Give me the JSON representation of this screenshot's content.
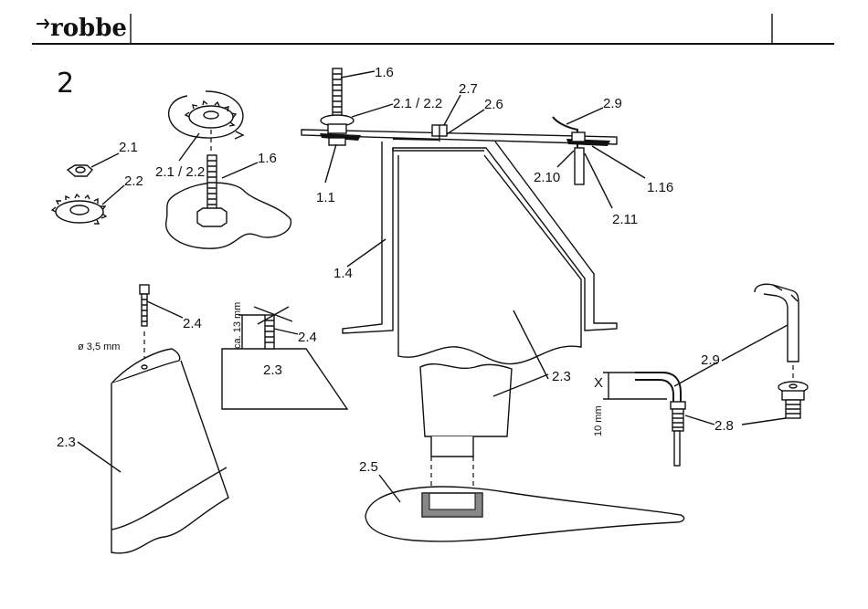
{
  "header": {
    "logo_text": "robbe",
    "step_number": "2"
  },
  "labels": {
    "l_1_6_top": "1.6",
    "l_2_1_2_2_top": "2.1 / 2.2",
    "l_2_7": "2.7",
    "l_2_6": "2.6",
    "l_2_9_top": "2.9",
    "l_2_10": "2.10",
    "l_1_16": "1.16",
    "l_2_11": "2.11",
    "l_1_1": "1.1",
    "l_1_4": "1.4",
    "l_2_1": "2.1",
    "l_2_2": "2.2",
    "l_2_1_2_2_washer": "2.1 / 2.2",
    "l_1_6_bolt": "1.6",
    "l_2_4_screw": "2.4",
    "l_dia": "ø 3,5 mm",
    "l_2_3_left": "2.3",
    "l_ca13": "ca. 13 mm",
    "l_2_4_block": "2.4",
    "l_2_3_block": "2.3",
    "l_2_3_center": "2.3",
    "l_2_5": "2.5",
    "l_10mm": "10 mm",
    "l_x": "X",
    "l_2_9_right": "2.9",
    "l_2_8": "2.8"
  },
  "colors": {
    "ink": "#111111",
    "paper": "#ffffff"
  }
}
